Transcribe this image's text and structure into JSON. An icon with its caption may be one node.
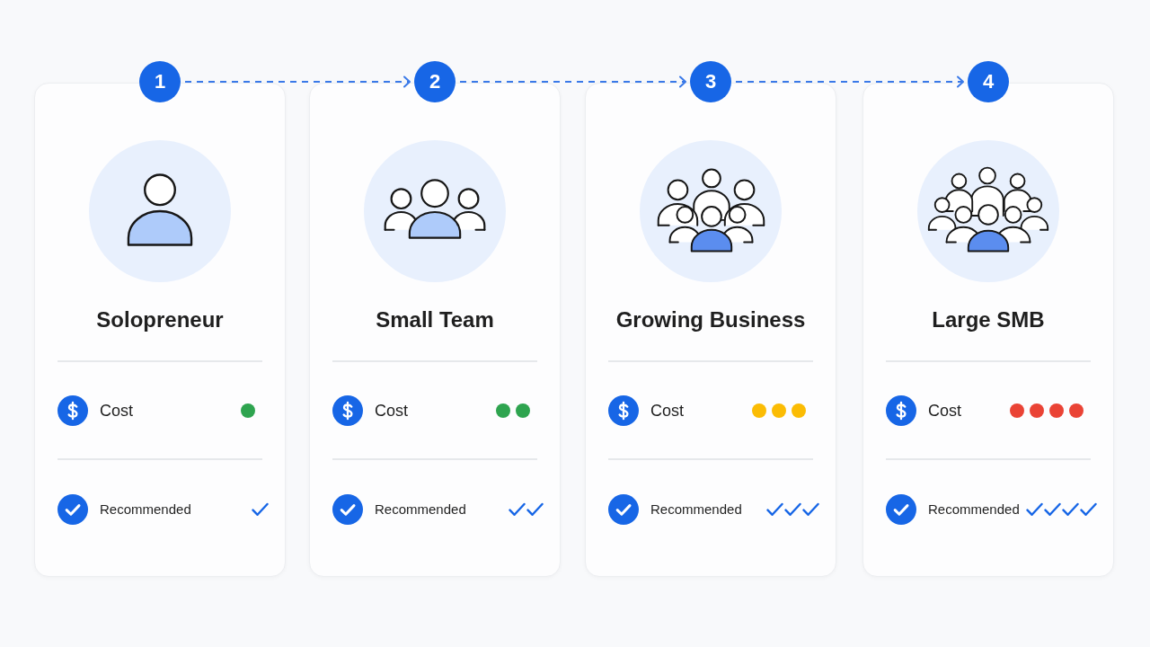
{
  "diagram": {
    "nodes": [
      {
        "text": [
          "1"
        ]
      },
      {
        "text": [
          "2"
        ]
      },
      {
        "text": [
          "3"
        ]
      },
      {
        "text": [
          "4"
        ]
      },
      {
        "text": [
          "Solopreneur",
          "Cost",
          "Recommended"
        ]
      },
      {
        "text": [
          "Small Team",
          "Cost",
          "Recommended"
        ]
      },
      {
        "text": [
          "Growing Business",
          "Cost",
          "Recommended"
        ]
      },
      {
        "text": [
          "Large SMB",
          "Cost",
          "Recommended"
        ]
      }
    ],
    "edges": [
      {
        "from": 0,
        "to": 1,
        "arrow": "to",
        "style": "dashed"
      },
      {
        "from": 1,
        "to": 2,
        "arrow": "to",
        "style": "dashed"
      },
      {
        "from": 2,
        "to": 3,
        "arrow": "to",
        "style": "dashed"
      }
    ]
  }
}
